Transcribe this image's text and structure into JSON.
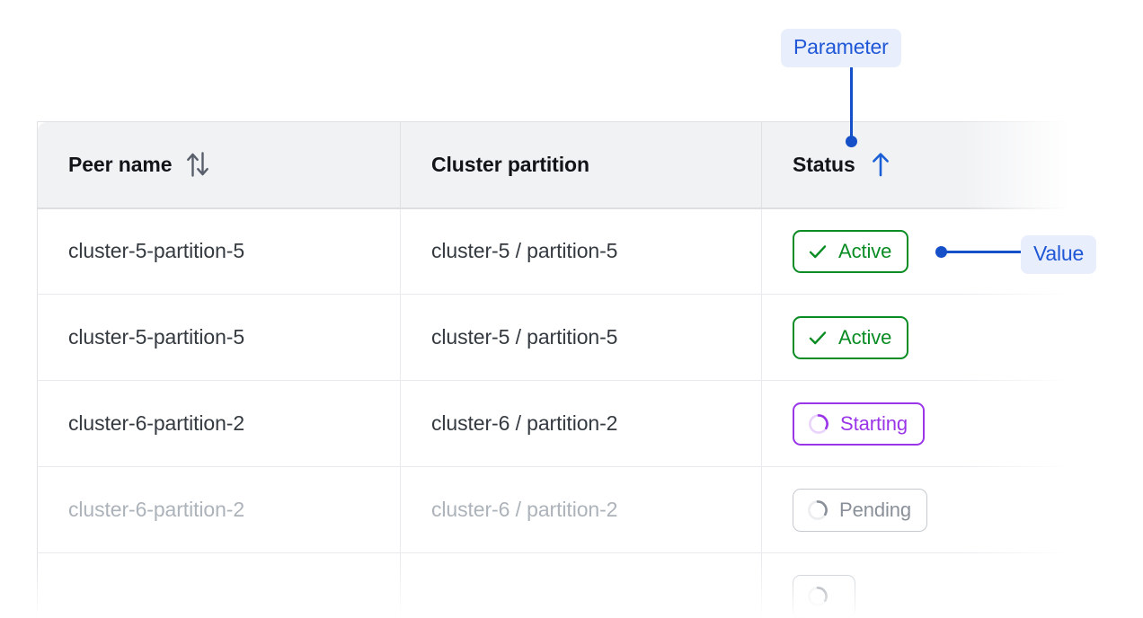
{
  "table": {
    "columns": [
      {
        "label": "Peer name",
        "sort_icon": "sort-both-icon",
        "sorted": false
      },
      {
        "label": "Cluster partition",
        "sort_icon": null,
        "sorted": false
      },
      {
        "label": "Status",
        "sort_icon": "arrow-up-icon",
        "sorted": true
      }
    ],
    "rows": [
      {
        "peer_name": "cluster-5-partition-5",
        "cluster_partition": "cluster-5 / partition-5",
        "status": "Active",
        "status_kind": "active",
        "status_icon": "check-icon",
        "faded": false
      },
      {
        "peer_name": "cluster-5-partition-5",
        "cluster_partition": "cluster-5 / partition-5",
        "status": "Active",
        "status_kind": "active",
        "status_icon": "check-icon",
        "faded": false
      },
      {
        "peer_name": "cluster-6-partition-2",
        "cluster_partition": "cluster-6 / partition-2",
        "status": "Starting",
        "status_kind": "starting",
        "status_icon": "spinner-icon",
        "faded": false
      },
      {
        "peer_name": "cluster-6-partition-2",
        "cluster_partition": "cluster-6 / partition-2",
        "status": "Pending",
        "status_kind": "pending",
        "status_icon": "spinner-icon",
        "faded": true
      },
      {
        "peer_name": "",
        "cluster_partition": "",
        "status": "",
        "status_kind": "pending",
        "status_icon": "spinner-icon",
        "faded": true
      }
    ]
  },
  "annotations": [
    {
      "id": "parameter",
      "label": "Parameter",
      "points_to": "status-column-header"
    },
    {
      "id": "value",
      "label": "Value",
      "points_to": "status-badge-row-1"
    }
  ],
  "colors": {
    "annotation_text": "#1f57d6",
    "annotation_bg": "#e8eefc",
    "annotation_line": "#1550c8",
    "status_active": "#0a8c24",
    "status_starting": "#9a36e8",
    "status_pending": "#8a9099",
    "header_bg": "#f1f2f4",
    "sort_active": "#1a5fd6"
  }
}
